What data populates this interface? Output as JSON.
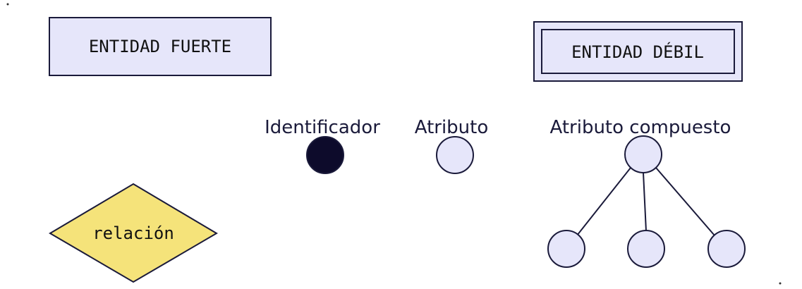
{
  "colors": {
    "entity_fill": "#e6e6fa",
    "stroke": "#1a1a3a",
    "relation_fill": "#f5e37a",
    "identifier_fill": "#0d0b2b",
    "attribute_fill": "#e6e6fa"
  },
  "entities": {
    "strong_label": "ENTIDAD FUERTE",
    "weak_label": "ENTIDAD DÉBIL"
  },
  "relation": {
    "label": "relación"
  },
  "attributes": {
    "identifier_label": "Identificador",
    "attribute_label": "Atributo",
    "composite_label": "Atributo compuesto"
  }
}
